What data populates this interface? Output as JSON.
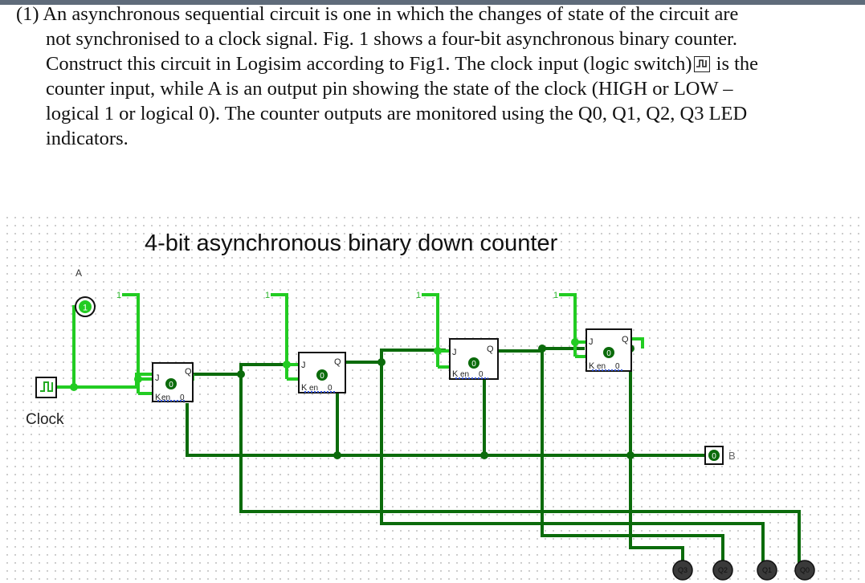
{
  "question": {
    "lines": [
      "(1) An asynchronous sequential circuit is one in which the changes of state of the circuit are",
      "not synchronised to a clock signal. Fig. 1 shows a four-bit asynchronous binary counter.",
      "Construct this circuit in Logisim according to Fig1. The clock input (logic switch)",
      " is the",
      "counter input, while A is an output pin showing the state of the clock (HIGH or LOW –",
      "logical 1 or logical 0). The counter outputs are monitored using the Q0, Q1, Q2, Q3 LED",
      "indicators."
    ]
  },
  "icons": {
    "clock_inline": "clock-switch-icon"
  },
  "circuit": {
    "title": "4-bit asynchronous binary down counter",
    "clock_label": "Clock",
    "pin_a_label": "A",
    "pin_a_value": "1",
    "constants": [
      "1",
      "1",
      "1",
      "1"
    ],
    "flipflops": [
      {
        "j": "J",
        "k": "K",
        "q": "Q",
        "en": "en",
        "state": "0",
        "zero": "0"
      },
      {
        "j": "J",
        "k": "K",
        "q": "Q",
        "en": "en",
        "state": "0",
        "zero": "0"
      },
      {
        "j": "J",
        "k": "K",
        "q": "Q",
        "en": "en",
        "state": "0",
        "zero": "0"
      },
      {
        "j": "J",
        "k": "K",
        "q": "Q",
        "en": "en",
        "state": "0",
        "zero": "0"
      }
    ],
    "pin_b_value": "0",
    "pin_b_label": "B",
    "leds": [
      "Q3",
      "Q2",
      "Q1",
      "Q0"
    ],
    "colors": {
      "wire_high": "#22cc22",
      "wire_low": "#0b6b0b",
      "led_off": "#3a3a3a"
    }
  }
}
